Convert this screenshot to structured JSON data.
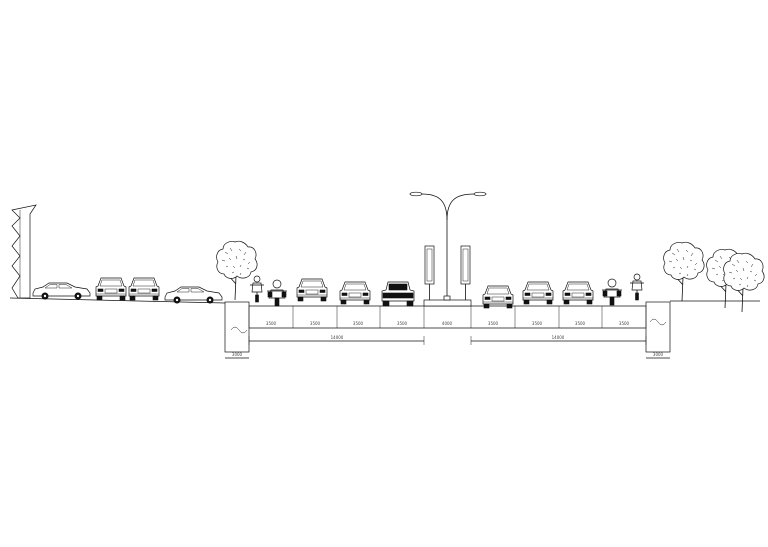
{
  "dimensions": {
    "left_walk": "3000",
    "right_walk": "3000",
    "lanes_left": [
      "3500",
      "3500",
      "3500",
      "3500"
    ],
    "median": "4000",
    "lanes_right": [
      "3500",
      "3500",
      "3500",
      "3500"
    ],
    "carriageway_left": "14000",
    "carriageway_right": "14000"
  },
  "colors": {
    "ink": "#111111",
    "paper": "#ffffff"
  },
  "icons": {
    "building": "building-icon",
    "car_side": "car-side-icon",
    "car_front": "car-front-icon",
    "truck_front": "truck-front-icon",
    "motorcycle": "motorcycle-icon",
    "cyclist": "cyclist-icon",
    "tree": "tree-icon",
    "street_lamp": "street-lamp-icon",
    "sign_board": "sign-board-icon"
  }
}
